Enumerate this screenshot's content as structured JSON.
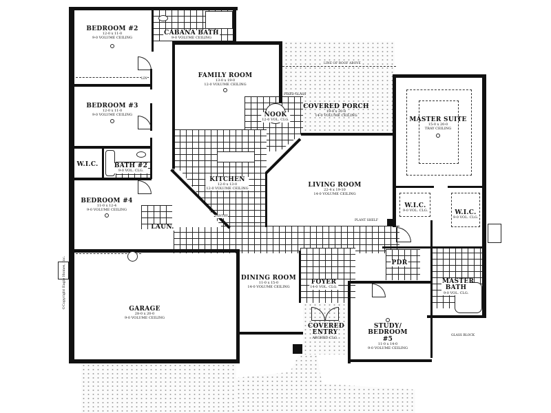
{
  "plan": {
    "copyright": "©Copyright Eagle Homes, Inc.",
    "rooms": {
      "bedroom2": {
        "name": "BEDROOM #2",
        "size": "12-0 x 11-0",
        "ceiling": "9-0 VOLUME CEILING"
      },
      "cabana_bath": {
        "name": "CABANA BATH",
        "ceiling": "9-0 VOLUME CEILING"
      },
      "family_room": {
        "name": "FAMILY ROOM",
        "size": "13-0 x 19-0",
        "ceiling": "12-0 VOLUME CEILING"
      },
      "covered_porch": {
        "name": "COVERED PORCH",
        "size": "19-8 x 20-8",
        "ceiling": "14-0 VOLUME CEILING"
      },
      "nook": {
        "name": "NOOK",
        "ceiling": "12-0 VOL. CLG."
      },
      "bedroom3": {
        "name": "BEDROOM #3",
        "size": "12-0 x 11-0",
        "ceiling": "9-0 VOLUME CEILING"
      },
      "master_suite": {
        "name": "MASTER SUITE",
        "size": "15-0 x 20-0",
        "ceiling": "TRAY CEILING"
      },
      "wic_left": {
        "name": "W.I.C."
      },
      "bath2": {
        "name": "BATH #2",
        "ceiling": "9-0 VOL. CLG."
      },
      "kitchen": {
        "name": "KITCHEN",
        "size": "12-0 x 13-0",
        "ceiling": "12-0 VOLUME CEILING"
      },
      "living_room": {
        "name": "LIVING ROOM",
        "size": "22-4 x 19-10",
        "ceiling": "14-0 VOLUME CEILING"
      },
      "bedroom4": {
        "name": "BEDROOM #4",
        "size": "11-0 x 12-4",
        "ceiling": "9-0 VOLUME CEILING"
      },
      "wic_master1": {
        "name": "W.I.C.",
        "ceiling": "9-0 VOL. CLG."
      },
      "wic_master2": {
        "name": "W.I.C.",
        "ceiling": "9-0 VOL. CLG."
      },
      "laundry": {
        "name": "LAUN."
      },
      "pdr": {
        "name": "PDR"
      },
      "master_bath": {
        "name": "MASTER BATH",
        "ceiling": "9-0 VOL. CLG."
      },
      "dining_room": {
        "name": "DINING ROOM",
        "size": "11-0 x 15-0",
        "ceiling": "14-0 VOLUME CEILING"
      },
      "foyer": {
        "name": "FOYER",
        "ceiling": "14-0 VOL. CLG."
      },
      "garage": {
        "name": "GARAGE",
        "size": "28-0 x 20-0",
        "ceiling": "9-0 VOLUME CEILING"
      },
      "covered_entry": {
        "name": "COVERED ENTRY",
        "ceiling": "ARCHED CLG."
      },
      "study": {
        "name": "STUDY/ BEDROOM #5",
        "size": "11-0 x 14-0",
        "ceiling": "9-0 VOLUME CEILING"
      }
    },
    "notes": {
      "roof_line": "LINE OF ROOF ABOVE",
      "plant_shelf": "PLANT SHELF",
      "fixed_glass": "FIXED GLASS",
      "glass_block": "GLASS BLOCK",
      "pantry": "PANTRY",
      "linen": "LIN"
    }
  }
}
